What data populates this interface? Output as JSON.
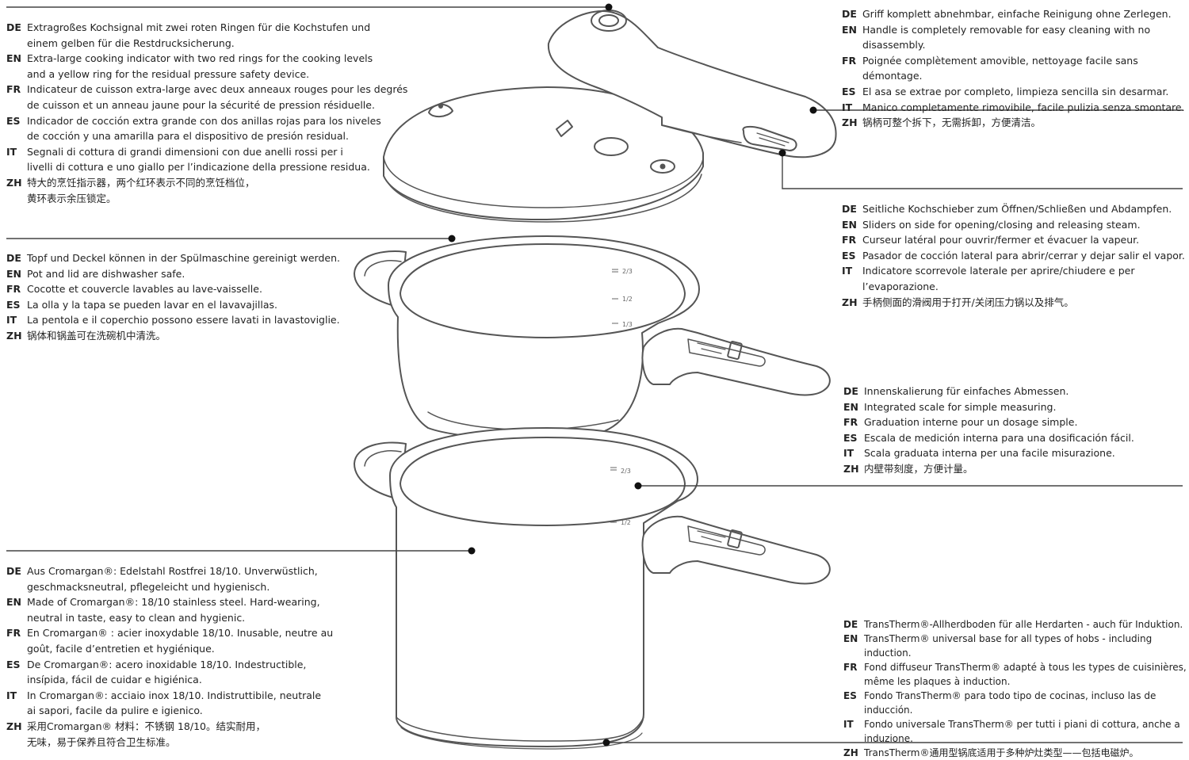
{
  "callouts": [
    {
      "id": "cooking-indicator",
      "lines": [
        {
          "lang": "DE",
          "text": "Extragroßes Kochsignal mit zwei roten Ringen für die Kochstufen und\neinem gelben für die Restdrucksicherung."
        },
        {
          "lang": "EN",
          "text": "Extra-large cooking indicator with two red rings for the cooking levels\nand a yellow ring for the residual pressure safety device."
        },
        {
          "lang": "FR",
          "text": "Indicateur de cuisson extra-large avec deux anneaux rouges pour les degrés\nde cuisson et un anneau jaune pour la sécurité de pression résiduelle."
        },
        {
          "lang": "ES",
          "text": "Indicador de cocción extra grande con dos anillas rojas para los niveles\nde cocción y una amarilla para el dispositivo de presión residual."
        },
        {
          "lang": "IT",
          "text": "Segnali di cottura di grandi dimensioni con due anelli rossi per i\nlivelli di cottura e uno giallo per l’indicazione della pressione residua."
        },
        {
          "lang": "ZH",
          "text": "特大的烹饪指示器，两个红环表示不同的烹饪档位，\n黄环表示余压锁定。"
        }
      ]
    },
    {
      "id": "removable-handle",
      "lines": [
        {
          "lang": "DE",
          "text": "Griff komplett abnehmbar, einfache Reinigung ohne Zerlegen."
        },
        {
          "lang": "EN",
          "text": "Handle is completely removable for easy cleaning with no disassembly."
        },
        {
          "lang": "FR",
          "text": "Poignée complètement amovible, nettoyage facile sans démontage."
        },
        {
          "lang": "ES",
          "text": "El asa se extrae por completo, limpieza sencilla sin desarmar."
        },
        {
          "lang": "IT",
          "text": "Manico completamente rimovibile, facile pulizia senza smontare."
        },
        {
          "lang": "ZH",
          "text": "锅柄可整个拆下，无需拆卸，方便清洁。"
        }
      ]
    },
    {
      "id": "slider",
      "lines": [
        {
          "lang": "DE",
          "text": "Seitliche Kochschieber zum Öffnen/Schließen und Abdampfen."
        },
        {
          "lang": "EN",
          "text": "Sliders on side for opening/closing and releasing steam."
        },
        {
          "lang": "FR",
          "text": "Curseur latéral pour ouvrir/fermer et évacuer la vapeur."
        },
        {
          "lang": "ES",
          "text": "Pasador de cocción lateral para abrir/cerrar y dejar salir el vapor."
        },
        {
          "lang": "IT",
          "text": "Indicatore scorrevole laterale per aprire/chiudere e per l’evaporazione."
        },
        {
          "lang": "ZH",
          "text": "手柄侧面的滑阀用于打开/关闭压力锅以及排气。"
        }
      ]
    },
    {
      "id": "dishwasher",
      "lines": [
        {
          "lang": "DE",
          "text": "Topf und Deckel können in der Spülmaschine gereinigt werden."
        },
        {
          "lang": "EN",
          "text": "Pot and lid are dishwasher safe."
        },
        {
          "lang": "FR",
          "text": "Cocotte et couvercle lavables au lave-vaisselle."
        },
        {
          "lang": "ES",
          "text": "La olla y la tapa se pueden lavar en el lavavajillas."
        },
        {
          "lang": "IT",
          "text": "La pentola e il coperchio possono essere lavati in lavastoviglie."
        },
        {
          "lang": "ZH",
          "text": "锅体和锅盖可在洗碗机中清洗。"
        }
      ]
    },
    {
      "id": "scale",
      "lines": [
        {
          "lang": "DE",
          "text": "Innenskalierung für einfaches Abmessen."
        },
        {
          "lang": "EN",
          "text": "Integrated scale for simple measuring."
        },
        {
          "lang": "FR",
          "text": "Graduation interne pour un dosage simple."
        },
        {
          "lang": "ES",
          "text": "Escala de medición interna para una dosificación fácil."
        },
        {
          "lang": "IT",
          "text": "Scala graduata interna per una facile misurazione."
        },
        {
          "lang": "ZH",
          "text": "内壁带刻度，方便计量。"
        }
      ]
    },
    {
      "id": "cromargan",
      "lines": [
        {
          "lang": "DE",
          "text": "Aus Cromargan®: Edelstahl Rostfrei 18/10. Unverwüstlich,\ngeschmacksneutral, pflegeleicht und hygienisch."
        },
        {
          "lang": "EN",
          "text": "Made of Cromargan®: 18/10 stainless steel. Hard-wearing,\nneutral in taste, easy to clean and hygienic."
        },
        {
          "lang": "FR",
          "text": "En Cromargan® : acier inoxydable 18/10. Inusable, neutre au\ngoût, facile d’entretien et hygiénique."
        },
        {
          "lang": "ES",
          "text": "De Cromargan®: acero inoxidable 18/10. Indestructible,\ninsípida, fácil de cuidar e higiénica."
        },
        {
          "lang": "IT",
          "text": "In Cromargan®: acciaio inox 18/10. Indistruttibile, neutrale\nai sapori, facile da pulire e igienico."
        },
        {
          "lang": "ZH",
          "text": "采用Cromargan® 材料：不锈钢 18/10。结实耐用，\n无味，易于保养且符合卫生标准。"
        }
      ]
    },
    {
      "id": "transtherm",
      "lines": [
        {
          "lang": "DE",
          "text": "TransTherm®-Allherdboden für alle Herdarten - auch für Induktion."
        },
        {
          "lang": "EN",
          "text": "TransTherm® universal base for all types of hobs - including induction."
        },
        {
          "lang": "FR",
          "text": "Fond diffuseur TransTherm® adapté à tous les types de cuisinières,\nmême les plaques à induction."
        },
        {
          "lang": "ES",
          "text": "Fondo TransTherm® para todo tipo de cocinas, incluso las de inducción."
        },
        {
          "lang": "IT",
          "text": "Fondo universale TransTherm® per tutti i piani di cottura, anche a\ninduzione."
        },
        {
          "lang": "ZH",
          "text": "TransTherm®通用型锅底适用于多种炉灶类型——包括电磁炉。"
        }
      ]
    }
  ],
  "scale_marks": {
    "top_pot": [
      "2/3",
      "1/2",
      "1/3"
    ],
    "bottom_pot": [
      "2/3",
      "1/2"
    ]
  },
  "colors": {
    "line": "#444444",
    "text": "#222222"
  }
}
